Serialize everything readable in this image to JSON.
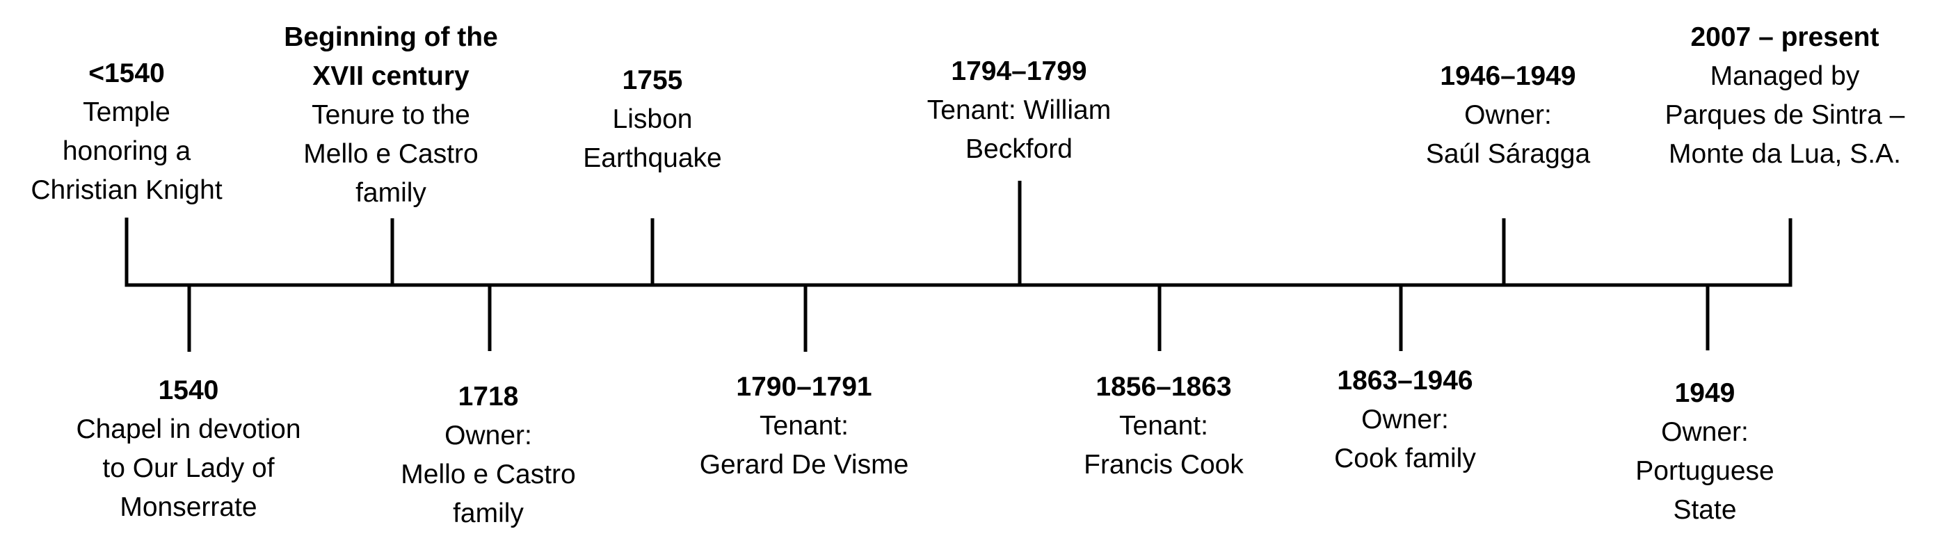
{
  "events": [
    {
      "date": "<1540",
      "description": "Temple\nhonoring a\nChristian Knight"
    },
    {
      "date": "1540",
      "description": "Chapel in devotion\nto Our Lady of\nMonserrate"
    },
    {
      "date": "Beginning of the\nXVII century",
      "description": "Tenure to the\nMello e Castro\nfamily"
    },
    {
      "date": "1718",
      "description": "Owner:\nMello e Castro\nfamily"
    },
    {
      "date": "1755",
      "description": "Lisbon\nEarthquake"
    },
    {
      "date": "1790–1791",
      "description": "Tenant:\nGerard De Visme"
    },
    {
      "date": "1794–1799",
      "description": "Tenant: William\nBeckford"
    },
    {
      "date": "1856–1863",
      "description": "Tenant:\nFrancis Cook"
    },
    {
      "date": "1863–1946",
      "description": "Owner:\nCook family"
    },
    {
      "date": "1946–1949",
      "description": "Owner:\nSaúl Sáragga"
    },
    {
      "date": "1949",
      "description": "Owner:\nPortuguese\nState"
    },
    {
      "date": "2007 – present",
      "description": "Managed by\nParques de Sintra –\nMonte da Lua, S.A."
    }
  ],
  "colors": {
    "line": "#000000",
    "text": "#000000",
    "background": "#ffffff"
  }
}
